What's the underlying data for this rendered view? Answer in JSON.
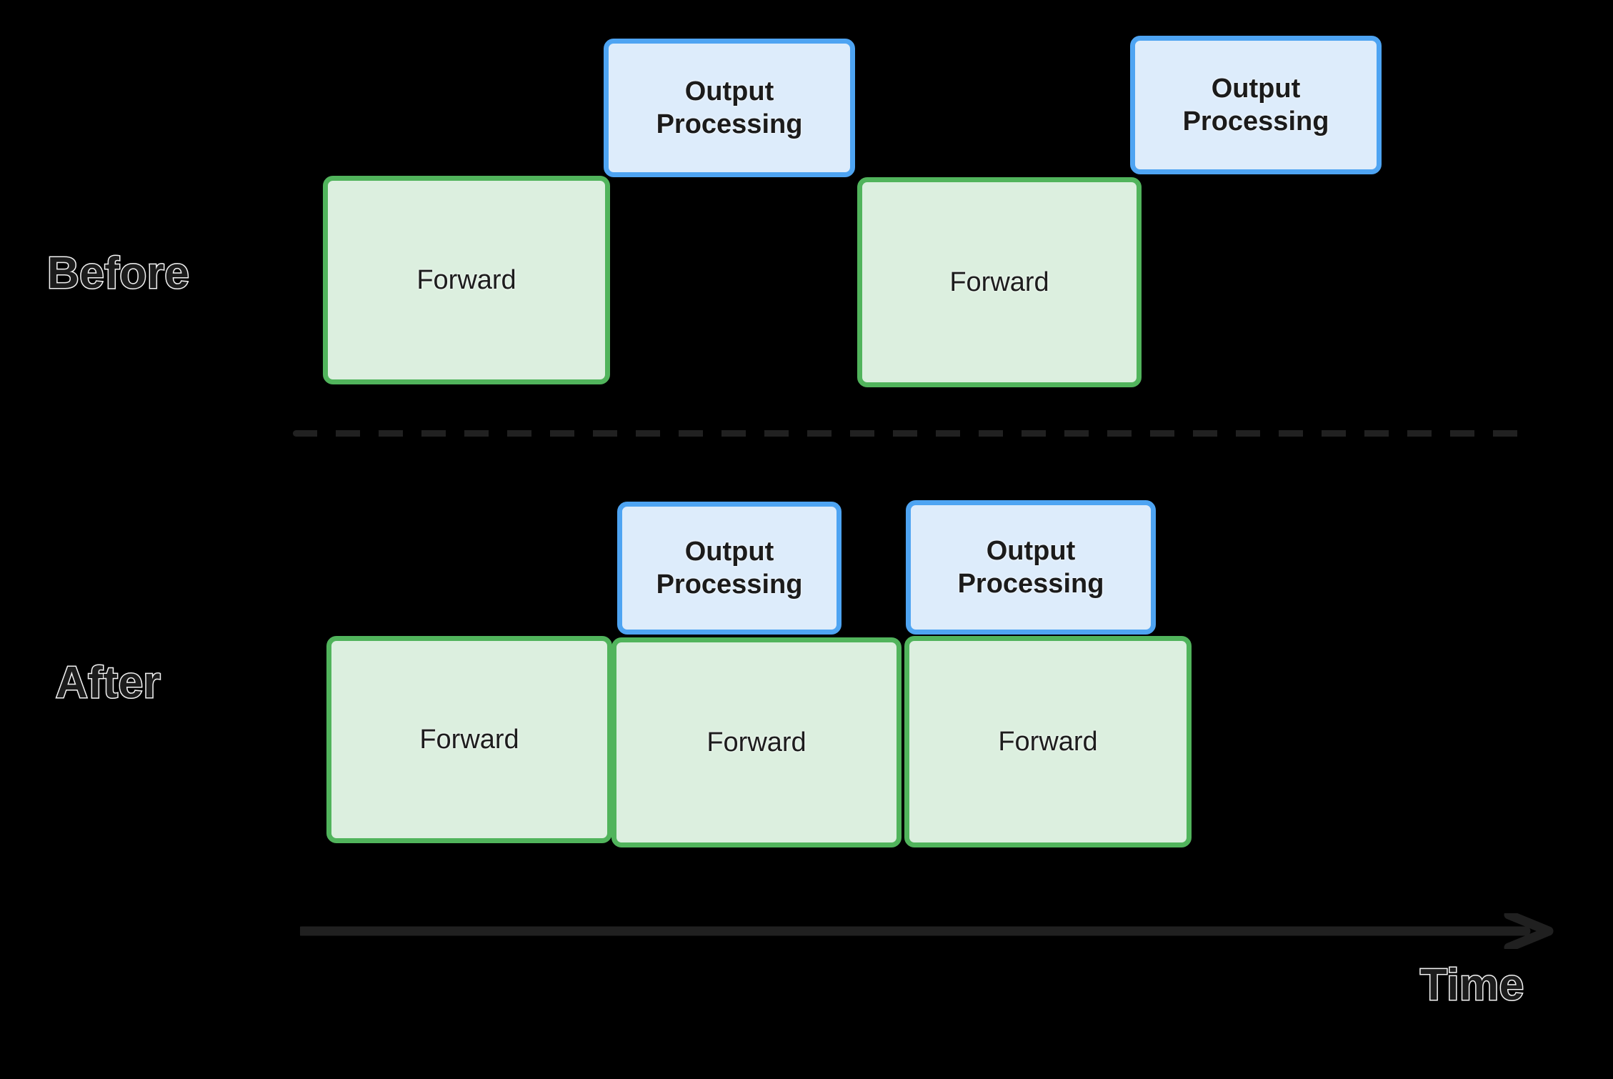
{
  "diagram": {
    "title": "Before / After output-processing overlap timeline",
    "background_color": "#000000",
    "axis": {
      "label": "Time",
      "arrow_color": "#202020",
      "direction": "left-to-right"
    },
    "divider": {
      "style": "dashed",
      "color": "#212121"
    },
    "colors": {
      "forward_fill": "#dcefdf",
      "forward_border": "#51b45c",
      "output_fill": "#ddecfb",
      "output_border": "#4ea4f2",
      "text": "#1d1d1d",
      "label_outline": "#f2f2f2"
    }
  },
  "rows": [
    {
      "id": "before",
      "label": "Before",
      "forward_blocks": [
        {
          "label": "Forward"
        },
        {
          "label": "Forward"
        }
      ],
      "output_blocks": [
        {
          "line1": "Output",
          "line2": "Processing"
        },
        {
          "line1": "Output",
          "line2": "Processing"
        }
      ]
    },
    {
      "id": "after",
      "label": "After",
      "forward_blocks": [
        {
          "label": "Forward"
        },
        {
          "label": "Forward"
        },
        {
          "label": "Forward"
        }
      ],
      "output_blocks": [
        {
          "line1": "Output",
          "line2": "Processing"
        },
        {
          "line1": "Output",
          "line2": "Processing"
        }
      ]
    }
  ]
}
